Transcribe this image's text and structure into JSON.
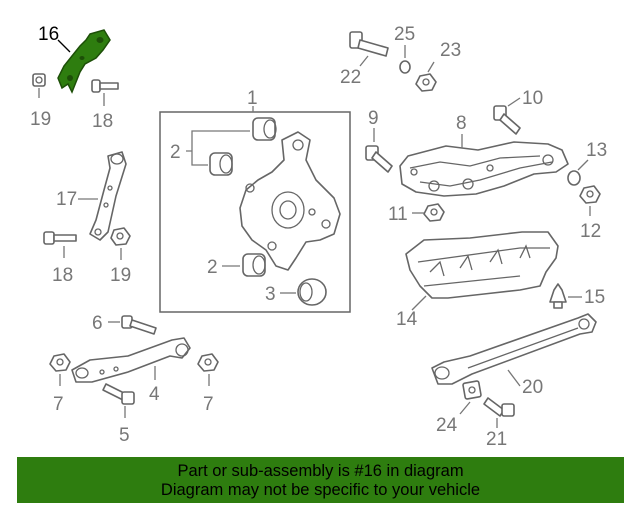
{
  "diagram": {
    "callouts": {
      "c1": "1",
      "c2a": "2",
      "c2b": "2",
      "c3": "3",
      "c4": "4",
      "c5": "5",
      "c6": "6",
      "c7a": "7",
      "c7b": "7",
      "c8": "8",
      "c9": "9",
      "c10": "10",
      "c11": "11",
      "c12": "12",
      "c13": "13",
      "c14": "14",
      "c15": "15",
      "c16": "16",
      "c17": "17",
      "c18a": "18",
      "c18b": "18",
      "c19a": "19",
      "c19b": "19",
      "c20": "20",
      "c21": "21",
      "c22": "22",
      "c23": "23",
      "c24": "24",
      "c25": "25"
    },
    "highlighted_part": "16",
    "highlight_color": "#2e7d0f"
  },
  "banner": {
    "line1": "Part or sub-assembly is #16 in diagram",
    "line2": "Diagram may not be specific to your vehicle",
    "background_color": "#2e7d0f",
    "text_color": "#000000"
  }
}
